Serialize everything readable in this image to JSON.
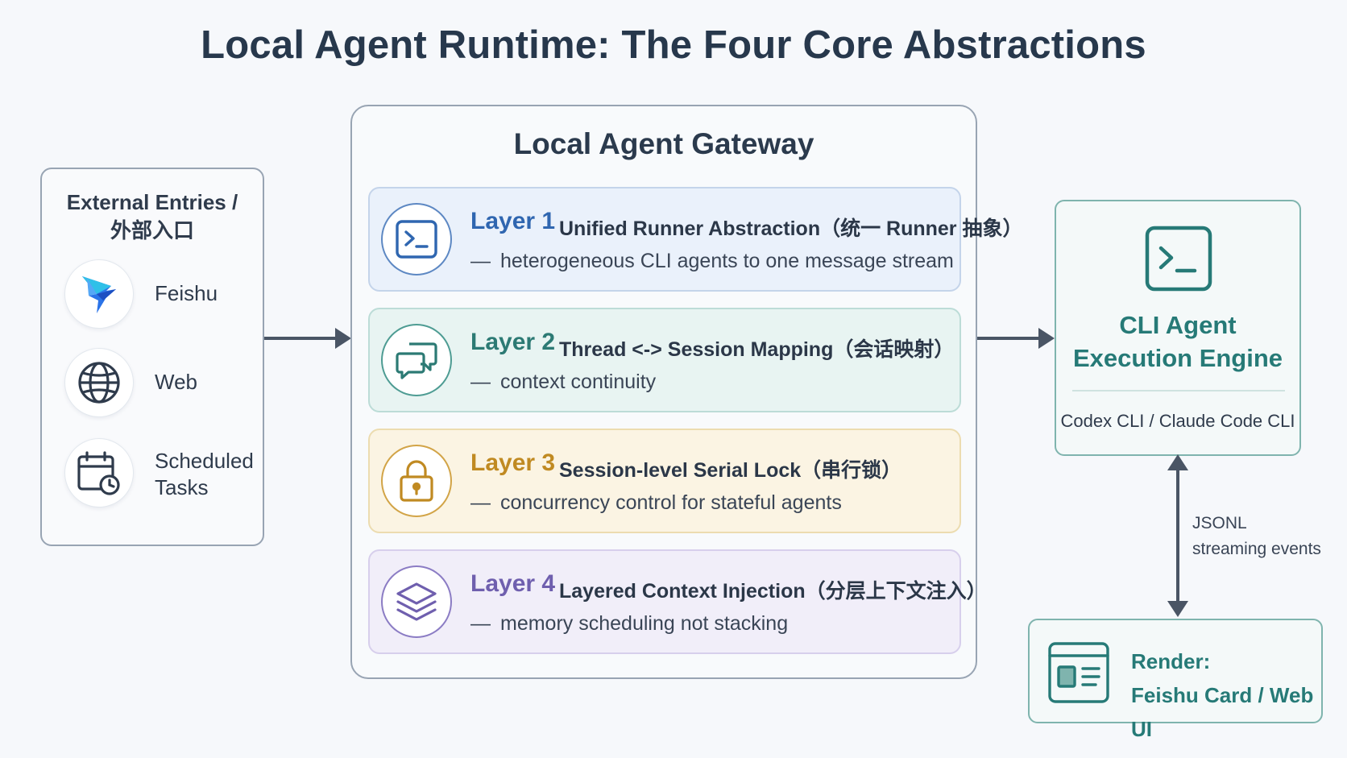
{
  "title": "Local Agent Runtime: The Four Core Abstractions",
  "external_entries": {
    "title_line1": "External Entries /",
    "title_line2": "外部入口",
    "items": [
      {
        "label": "Feishu",
        "icon": "feishu-logo-icon"
      },
      {
        "label": "Web",
        "icon": "globe-icon"
      },
      {
        "label_line1": "Scheduled",
        "label_line2": "Tasks",
        "icon": "calendar-clock-icon"
      }
    ]
  },
  "gateway": {
    "title": "Local Agent Gateway",
    "layers": [
      {
        "num": "Layer 1",
        "name": "Unified Runner Abstraction（统一 Runner 抽象）",
        "dash": "—",
        "desc": "heterogeneous CLI agents to one message stream",
        "icon": "terminal-icon",
        "color": "#2f66b0"
      },
      {
        "num": "Layer 2",
        "name": "Thread <-> Session Mapping（会话映射）",
        "dash": "—",
        "desc": "context continuity",
        "icon": "chat-bubbles-icon",
        "color": "#2c7a74"
      },
      {
        "num": "Layer 3",
        "name": "Session-level Serial Lock（串行锁）",
        "dash": "—",
        "desc": "concurrency control for stateful agents",
        "icon": "lock-icon",
        "color": "#c08a22"
      },
      {
        "num": "Layer 4",
        "name": "Layered Context Injection（分层上下文注入）",
        "dash": "—",
        "desc": "memory scheduling not stacking",
        "icon": "layers-icon",
        "color": "#6f5fae"
      }
    ]
  },
  "cli_engine": {
    "title_line1": "CLI Agent",
    "title_line2": "Execution Engine",
    "subtitle": "Codex CLI / Claude Code CLI",
    "icon": "terminal-icon",
    "color": "#267a77"
  },
  "stream": {
    "label_line1": "JSONL",
    "label_line2": "streaming events"
  },
  "render": {
    "title_line1": "Render:",
    "title_line2": "Feishu Card / Web UI",
    "icon": "ui-card-icon"
  }
}
